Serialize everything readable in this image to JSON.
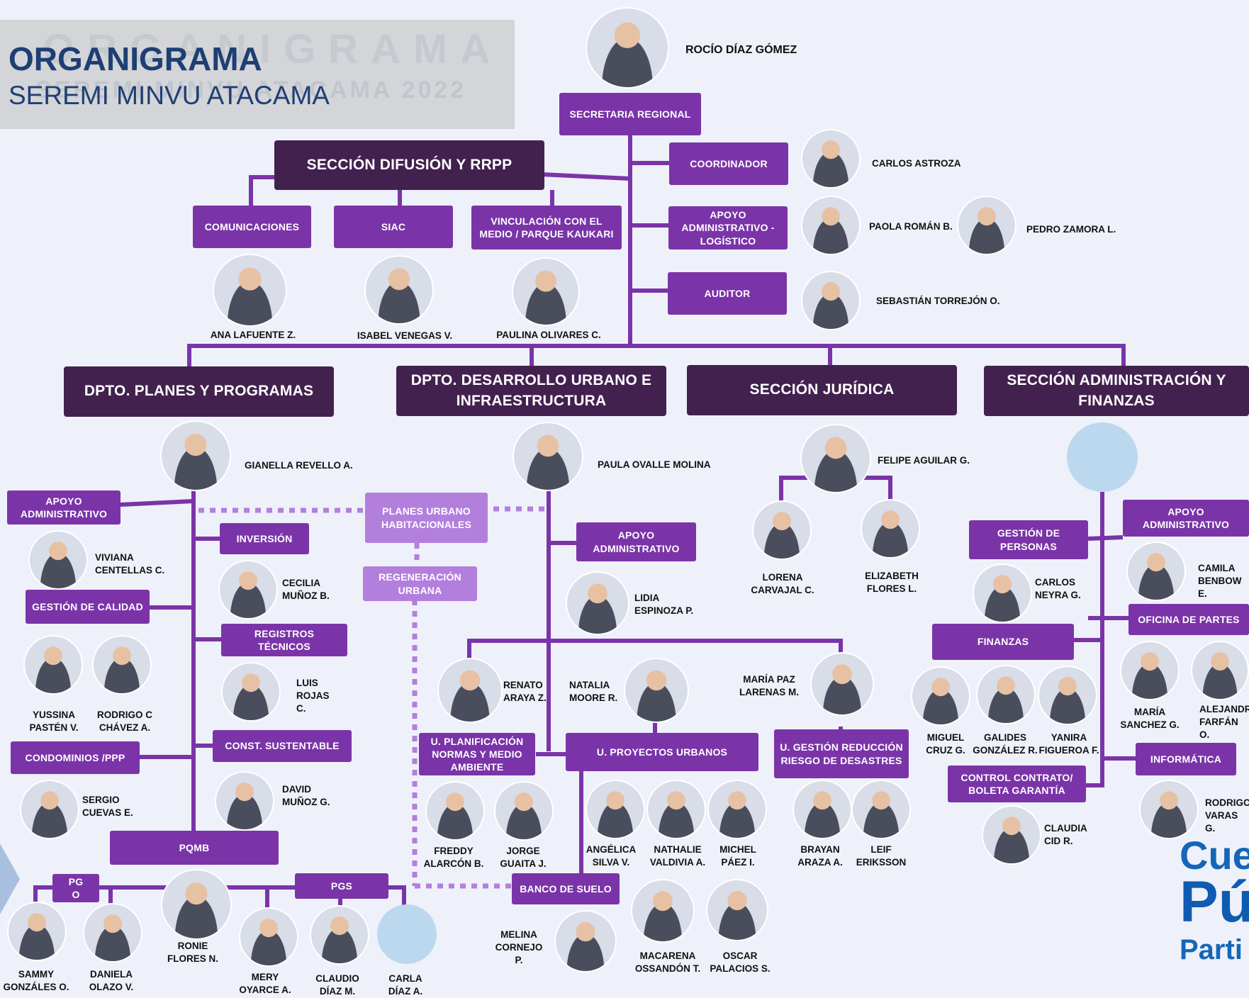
{
  "header": {
    "title": "ORGANIGRAMA",
    "subtitle": "SEREMI MINVU ATACAMA",
    "ghost_title": "ORGANIGRAMA",
    "ghost_subtitle": "SEREMI MINVU ATACAMA 2022"
  },
  "top": {
    "head_name": "ROCÍO DÍAZ GÓMEZ",
    "secretaria": "SECRETARIA REGIONAL",
    "coordinador": "COORDINADOR",
    "coordinador_name": "CARLOS ASTROZA",
    "apoyo": "APOYO ADMINISTRATIVO - LOGÍSTICO",
    "apoyo_name_1": "PAOLA ROMÁN B.",
    "apoyo_name_2": "PEDRO ZAMORA L.",
    "auditor": "AUDITOR",
    "auditor_name": "SEBASTIÁN TORREJÓN O."
  },
  "difusion": {
    "title": "SECCIÓN DIFUSIÓN Y RRPP",
    "comunicaciones": "COMUNICACIONES",
    "siac": "SIAC",
    "vinculacion": "VINCULACIÓN CON EL MEDIO / PARQUE KAUKARI",
    "people": [
      "ANA LAFUENTE Z.",
      "ISABEL VENEGAS V.",
      "PAULINA OLIVARES C."
    ]
  },
  "departments": [
    "DPTO. PLANES Y PROGRAMAS",
    "DPTO. DESARROLLO URBANO E INFRAESTRUCTURA",
    "SECCIÓN JURÍDICA",
    "SECCIÓN ADMINISTRACIÓN Y FINANZAS"
  ],
  "planes": {
    "head": "GIANELLA REVELLO A.",
    "apoyo": "APOYO ADMINISTRATIVO",
    "apoyo_name": "VIVIANA CENTELLAS C.",
    "inversion": "INVERSIÓN",
    "inversion_name": "CECILIA MUÑOZ B.",
    "calidad": "GESTIÓN DE CALIDAD",
    "calidad_names": [
      "YUSSINA PASTÉN V.",
      "RODRIGO C CHÁVEZ A."
    ],
    "registros": "REGISTROS TÉCNICOS",
    "registros_name": "LUIS ROJAS C.",
    "condominios": "CONDOMINIOS /PPP",
    "condominios_name": "SERGIO CUEVAS E.",
    "sustentable": "CONST. SUSTENTABLE",
    "sustentable_name": "DAVID MUÑOZ G.",
    "pqmb": "PQMB",
    "pgo": "PG O",
    "pgs": "PGS",
    "pqmb_names": [
      "SAMMY GONZÁLES O.",
      "DANIELA OLAZO V.",
      "RONIE FLORES N.",
      "MERY OYARCE A.",
      "CLAUDIO DÍAZ M.",
      "CARLA DÍAZ A."
    ]
  },
  "urbano": {
    "head": "PAULA OVALLE MOLINA",
    "planes_urbano": "PLANES URBANO HABITACIONALES",
    "regeneracion": "REGENERACIÓN URBANA",
    "apoyo": "APOYO ADMINISTRATIVO",
    "apoyo_name": "LIDIA ESPINOZA P.",
    "jefes": [
      "RENATO ARAYA Z.",
      "NATALIA MOORE R.",
      "MARÍA PAZ LARENAS M."
    ],
    "u_planificacion": "U. PLANIFICACIÓN NORMAS Y MEDIO AMBIENTE",
    "u_proyectos": "U. PROYECTOS URBANOS",
    "u_gestion": "U. GESTIÓN REDUCCIÓN RIESGO DE DESASTRES",
    "planificacion_names": [
      "FREDDY ALARCÓN B.",
      "JORGE GUAITA J."
    ],
    "proyectos_names": [
      "ANGÉLICA SILVA V.",
      "NATHALIE VALDIVIA A.",
      "MICHEL PÁEZ I."
    ],
    "gestion_names": [
      "BRAYAN ARAZA A.",
      "LEIF ERIKSSON"
    ],
    "banco": "BANCO DE SUELO",
    "banco_names": [
      "MELINA CORNEJO P.",
      "MACARENA OSSANDÓN T.",
      "OSCAR PALACIOS S."
    ]
  },
  "juridica": {
    "head": "FELIPE AGUILAR G.",
    "names": [
      "LORENA CARVAJAL C.",
      "ELIZABETH FLORES L."
    ]
  },
  "admin": {
    "gestion_personas": "GESTIÓN DE PERSONAS",
    "gestion_name": "CARLOS NEYRA G.",
    "apoyo": "APOYO ADMINISTRATIVO",
    "apoyo_name": "CAMILA BENBOW E.",
    "finanzas": "FINANZAS",
    "finanzas_names": [
      "MIGUEL CRUZ G.",
      "GALIDES GONZÁLEZ R.",
      "YANIRA FIGUEROA F."
    ],
    "oficina": "OFICINA DE PARTES",
    "oficina_names": [
      "MARÍA SANCHEZ G.",
      "ALEJANDRO FARFÁN O."
    ],
    "control": "CONTROL CONTRATO/ BOLETA GARANTÍA",
    "control_name": "CLAUDIA CID R.",
    "informatica": "INFORMÁTICA",
    "informatica_name": "RODRIGO VARAS G."
  },
  "brand": {
    "line1": "Cue",
    "line2": "Pú",
    "line3": "Parti"
  },
  "colors": {
    "purple": "#7a34a8",
    "dark_purple": "#42214f",
    "light_purple": "#b37fdd",
    "title_blue": "#1e3f73",
    "background": "#eef1f9"
  }
}
